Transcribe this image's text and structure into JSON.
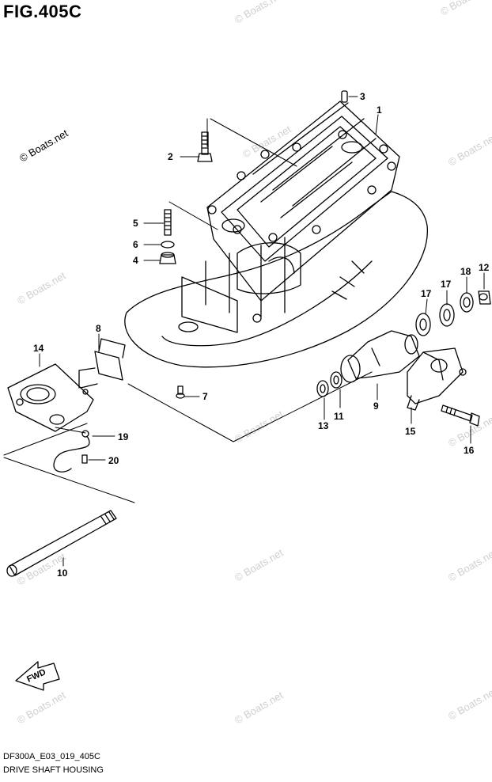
{
  "figure": {
    "title": "FIG.405C",
    "code": "DF300A_E03_019_405C",
    "name": "DRIVE SHAFT HOUSING"
  },
  "watermark": "© Boats.net",
  "fwd_label": "FWD",
  "callouts": {
    "c1": "1",
    "c2": "2",
    "c3": "3",
    "c4": "4",
    "c5": "5",
    "c6": "6",
    "c7": "7",
    "c8": "8",
    "c9": "9",
    "c10": "10",
    "c11": "11",
    "c12": "12",
    "c13": "13",
    "c14": "14",
    "c15": "15",
    "c16": "16",
    "c17a": "17",
    "c17b": "17",
    "c18": "18",
    "c19": "19",
    "c20": "20"
  }
}
